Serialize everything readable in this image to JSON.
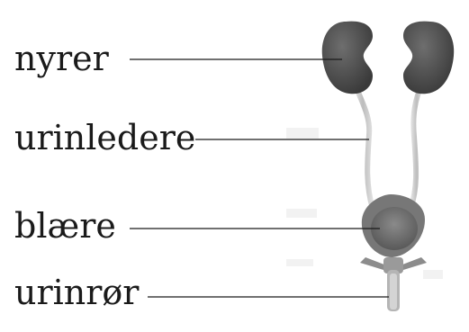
{
  "labels": {
    "kidneys": "nyrer",
    "ureters": "urinledere",
    "bladder": "blære",
    "urethra": "urinrør"
  },
  "colors": {
    "text": "#1a1a1a",
    "leader_line": "#1a1a1a",
    "kidney": "#4d4d4d",
    "ureter": "#c8c8c8",
    "bladder": "#6a6a6a"
  }
}
